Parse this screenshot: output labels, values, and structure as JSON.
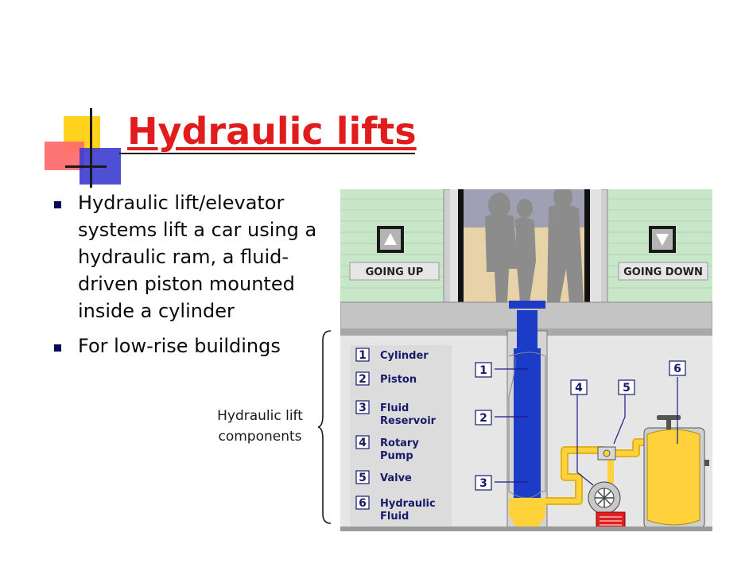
{
  "title": "Hydraulic lifts",
  "bullets": [
    "Hydraulic lift/elevator systems lift a car using a hydraulic ram, a fluid-driven piston mounted inside a cylinder",
    "For low-rise buildings"
  ],
  "caption": "Hydraulic lift components",
  "diagram": {
    "sign_up": "GOING UP",
    "sign_down": "GOING DOWN",
    "components": [
      {
        "num": "1",
        "label": [
          "Cylinder"
        ]
      },
      {
        "num": "2",
        "label": [
          "Piston"
        ]
      },
      {
        "num": "3",
        "label": [
          "Fluid",
          "Reservoir"
        ]
      },
      {
        "num": "4",
        "label": [
          "Rotary",
          "Pump"
        ]
      },
      {
        "num": "5",
        "label": [
          "Valve"
        ]
      },
      {
        "num": "6",
        "label": [
          "Hydraulic",
          "Fluid"
        ]
      }
    ],
    "callouts": [
      "1",
      "2",
      "3",
      "4",
      "5",
      "6"
    ]
  },
  "colors": {
    "title": "#e11c1c",
    "text": "#0a0a0a",
    "bullet": "#0a0a5a",
    "piston": "#1c3cc8",
    "fluid": "#ffd23c",
    "wall": "#c8e6c8"
  }
}
